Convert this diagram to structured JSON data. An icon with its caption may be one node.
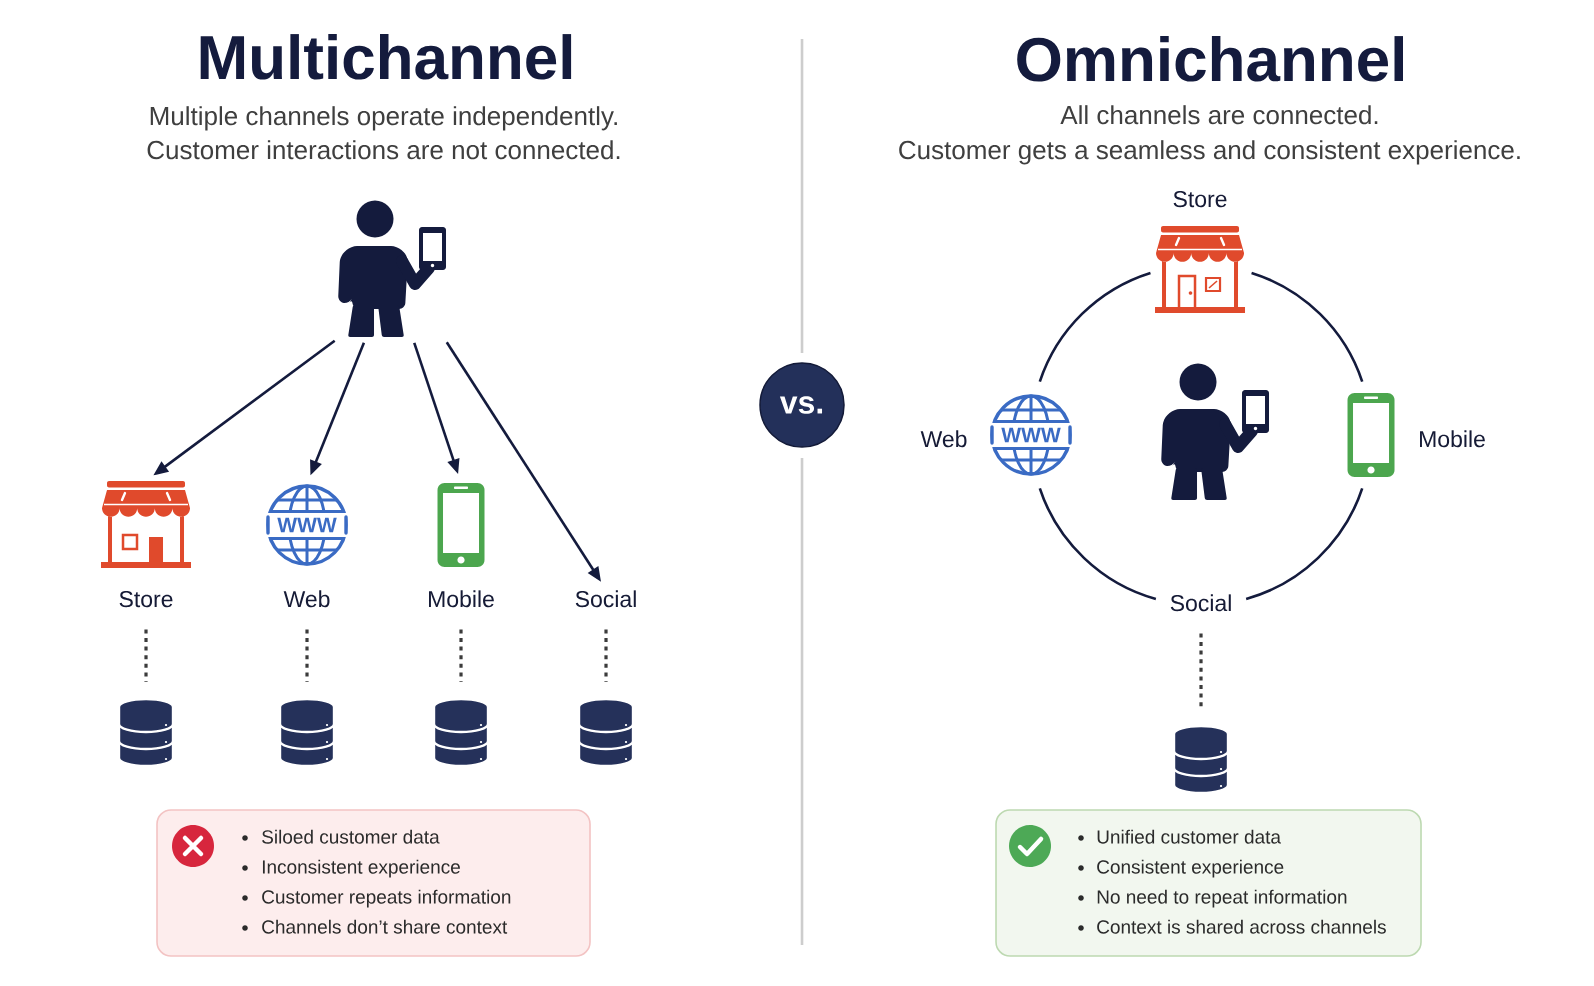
{
  "diagram": {
    "nodes": [
      {
        "text": [],
        "shape": "person"
      },
      {
        "text": [
          "Store"
        ]
      },
      {
        "text": [
          "WWW",
          "Web"
        ]
      },
      {
        "text": [
          "Mobile"
        ]
      },
      {
        "text": [
          "Social"
        ]
      },
      {
        "text": [],
        "shape": "cylinder"
      },
      {
        "text": [],
        "shape": "cylinder"
      },
      {
        "text": [],
        "shape": "cylinder"
      },
      {
        "text": [],
        "shape": "cylinder"
      },
      {
        "text": [
          "Siloed customer data",
          "Inconsistent experience",
          "Customer repeats information",
          "Channels don’t share context"
        ]
      },
      {
        "text": [
          "vs."
        ]
      },
      {
        "text": [
          "Store"
        ]
      },
      {
        "text": [
          "Web",
          "WWW"
        ]
      },
      {
        "text": [],
        "shape": "person"
      },
      {
        "text": [
          "Mobile"
        ]
      },
      {
        "text": [
          "Social"
        ]
      },
      {
        "text": [],
        "shape": "cylinder"
      },
      {
        "text": [
          "Unified customer data",
          "Consistent experience",
          "No need to repeat information",
          "Context is shared across channels"
        ]
      }
    ],
    "edges": [
      {
        "from": 0,
        "to": 1,
        "arrow": "to"
      },
      {
        "from": 0,
        "to": 2,
        "arrow": "to"
      },
      {
        "from": 0,
        "to": 3,
        "arrow": "to"
      },
      {
        "from": 0,
        "to": 4,
        "arrow": "to"
      },
      {
        "from": 1,
        "to": 5,
        "arrow": "none",
        "style": "dashed",
        "color": "#3b3b3b"
      },
      {
        "from": 2,
        "to": 6,
        "arrow": "none",
        "style": "dashed",
        "color": "#3b3b3b"
      },
      {
        "from": 3,
        "to": 7,
        "arrow": "none",
        "style": "dashed",
        "color": "#3b3b3b"
      },
      {
        "from": 4,
        "to": 8,
        "arrow": "none",
        "style": "dashed",
        "color": "#3b3b3b"
      },
      {
        "from": 11,
        "to": 14,
        "arrow": "none"
      },
      {
        "from": 14,
        "to": 15,
        "arrow": "none"
      },
      {
        "from": 15,
        "to": 12,
        "arrow": "none"
      },
      {
        "from": 12,
        "to": 11,
        "arrow": "none"
      },
      {
        "from": 15,
        "to": 16,
        "arrow": "none",
        "style": "dashed",
        "color": "#3b3b3b"
      }
    ],
    "labels": [
      "Multichannel",
      "Multiple channels operate independently.",
      "Customer interactions are not connected.",
      "Omnichannel",
      "All channels are connected.",
      "Customer gets a seamless and consistent experience."
    ]
  }
}
